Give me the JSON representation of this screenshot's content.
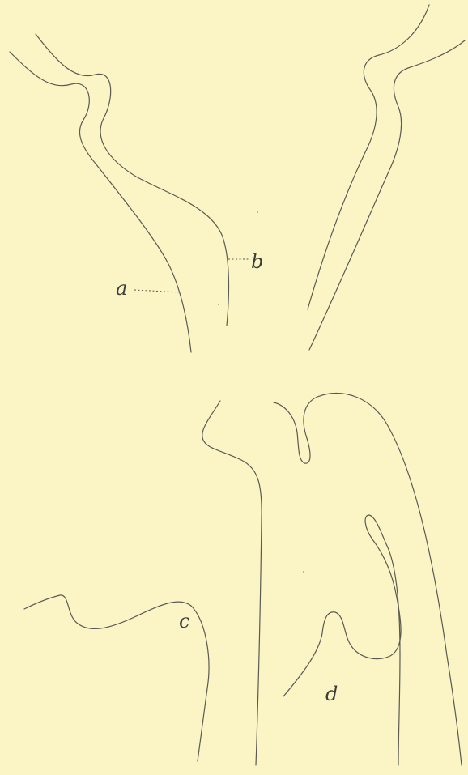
{
  "figure": {
    "background": "#fbf5c6",
    "stroke_color": "#5a5a52",
    "labels": {
      "a": "a",
      "b": "b",
      "c": "c",
      "d": "d"
    }
  }
}
